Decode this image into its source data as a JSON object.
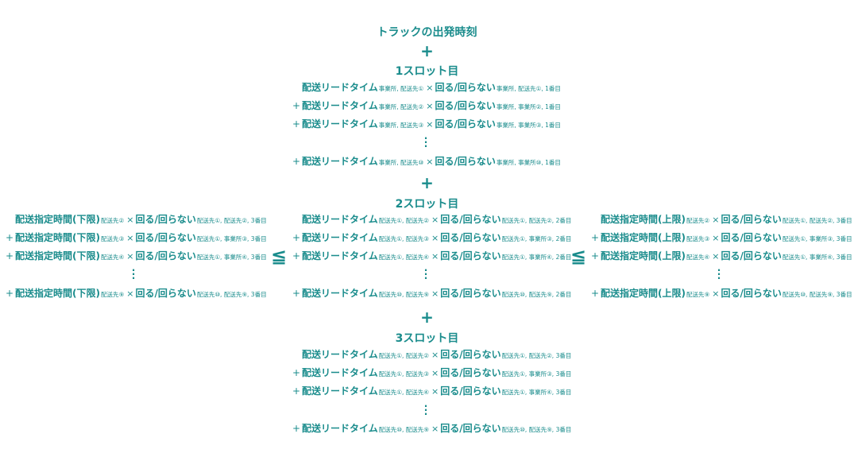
{
  "top": {
    "title": "トラックの出発時刻",
    "plus": "+"
  },
  "slot1": {
    "heading": "1スロット目",
    "rows": [
      {
        "op": "+",
        "show_op": false,
        "main": "配送リードタイム",
        "sub1": "事業所, 配送先①",
        "times": "×",
        "mid": "回る/回らない",
        "sub2": "事業所, 配送先①, 1番目"
      },
      {
        "op": "+",
        "show_op": true,
        "main": "配送リードタイム",
        "sub1": "事業所, 配送先②",
        "times": "×",
        "mid": "回る/回らない",
        "sub2": "事業所, 事業所②, 1番目"
      },
      {
        "op": "+",
        "show_op": true,
        "main": "配送リードタイム",
        "sub1": "事業所, 配送先③",
        "times": "×",
        "mid": "回る/回らない",
        "sub2": "事業所, 事業所③, 1番目"
      },
      {
        "op": "+",
        "show_op": true,
        "main": "配送リードタイム",
        "sub1": "事業所, 配送先⑩",
        "times": "×",
        "mid": "回る/回らない",
        "sub2": "事業所, 事業所⑩, 1番目"
      }
    ],
    "plus_after": "+"
  },
  "slot2": {
    "heading": "2スロット目",
    "rows": [
      {
        "op": "+",
        "show_op": false,
        "main": "配送リードタイム",
        "sub1": "配送先①, 配送先②",
        "times": "×",
        "mid": "回る/回らない",
        "sub2": "配送先①, 配送先②, 2番目"
      },
      {
        "op": "+",
        "show_op": true,
        "main": "配送リードタイム",
        "sub1": "配送先①, 配送先③",
        "times": "×",
        "mid": "回る/回らない",
        "sub2": "配送先①, 事業所③, 2番目"
      },
      {
        "op": "+",
        "show_op": true,
        "main": "配送リードタイム",
        "sub1": "配送先①, 配送先④",
        "times": "×",
        "mid": "回る/回らない",
        "sub2": "配送先①, 事業所④, 2番目"
      },
      {
        "op": "+",
        "show_op": true,
        "main": "配送リードタイム",
        "sub1": "配送先⑩, 配送先⑨",
        "times": "×",
        "mid": "回る/回らない",
        "sub2": "配送先⑩, 配送先⑨, 2番目"
      }
    ],
    "plus_after": "+"
  },
  "slot3": {
    "heading": "3スロット目",
    "rows": [
      {
        "op": "+",
        "show_op": false,
        "main": "配送リードタイム",
        "sub1": "配送先①, 配送先②",
        "times": "×",
        "mid": "回る/回らない",
        "sub2": "配送先①, 配送先②, 3番目"
      },
      {
        "op": "+",
        "show_op": true,
        "main": "配送リードタイム",
        "sub1": "配送先①, 配送先③",
        "times": "×",
        "mid": "回る/回らない",
        "sub2": "配送先①, 事業所③, 3番目"
      },
      {
        "op": "+",
        "show_op": true,
        "main": "配送リードタイム",
        "sub1": "配送先①, 配送先④",
        "times": "×",
        "mid": "回る/回らない",
        "sub2": "配送先①, 事業所④, 3番目"
      },
      {
        "op": "+",
        "show_op": true,
        "main": "配送リードタイム",
        "sub1": "配送先⑩, 配送先⑨",
        "times": "×",
        "mid": "回る/回らない",
        "sub2": "配送先⑩, 配送先⑨, 3番目"
      }
    ]
  },
  "left": {
    "rows": [
      {
        "op": "+",
        "show_op": false,
        "main": "配送指定時間(下限)",
        "sub1": "配送先②",
        "times": "×",
        "mid": "回る/回らない",
        "sub2": "配送先①, 配送先②, 3番目"
      },
      {
        "op": "+",
        "show_op": true,
        "main": "配送指定時間(下限)",
        "sub1": "配送先③",
        "times": "×",
        "mid": "回る/回らない",
        "sub2": "配送先①, 事業所③, 3番目"
      },
      {
        "op": "+",
        "show_op": true,
        "main": "配送指定時間(下限)",
        "sub1": "配送先④",
        "times": "×",
        "mid": "回る/回らない",
        "sub2": "配送先①, 事業所④, 3番目"
      },
      {
        "op": "+",
        "show_op": true,
        "main": "配送指定時間(下限)",
        "sub1": "配送先⑨",
        "times": "×",
        "mid": "回る/回らない",
        "sub2": "配送先⑩, 配送先⑨, 3番目"
      }
    ]
  },
  "right": {
    "rows": [
      {
        "op": "+",
        "show_op": false,
        "main": "配送指定時間(上限)",
        "sub1": "配送先②",
        "times": "×",
        "mid": "回る/回らない",
        "sub2": "配送先①, 配送先②, 3番目"
      },
      {
        "op": "+",
        "show_op": true,
        "main": "配送指定時間(上限)",
        "sub1": "配送先③",
        "times": "×",
        "mid": "回る/回らない",
        "sub2": "配送先①, 事業所③, 3番目"
      },
      {
        "op": "+",
        "show_op": true,
        "main": "配送指定時間(上限)",
        "sub1": "配送先④",
        "times": "×",
        "mid": "回る/回らない",
        "sub2": "配送先①, 事業所④, 3番目"
      },
      {
        "op": "+",
        "show_op": true,
        "main": "配送指定時間(上限)",
        "sub1": "配送先⑨",
        "times": "×",
        "mid": "回る/回らない",
        "sub2": "配送先⑩, 配送先⑨, 3番目"
      }
    ]
  },
  "relations": {
    "leq_left": "≦",
    "leq_right": "≦"
  },
  "colors": {
    "accent": "#1a8c8c"
  }
}
